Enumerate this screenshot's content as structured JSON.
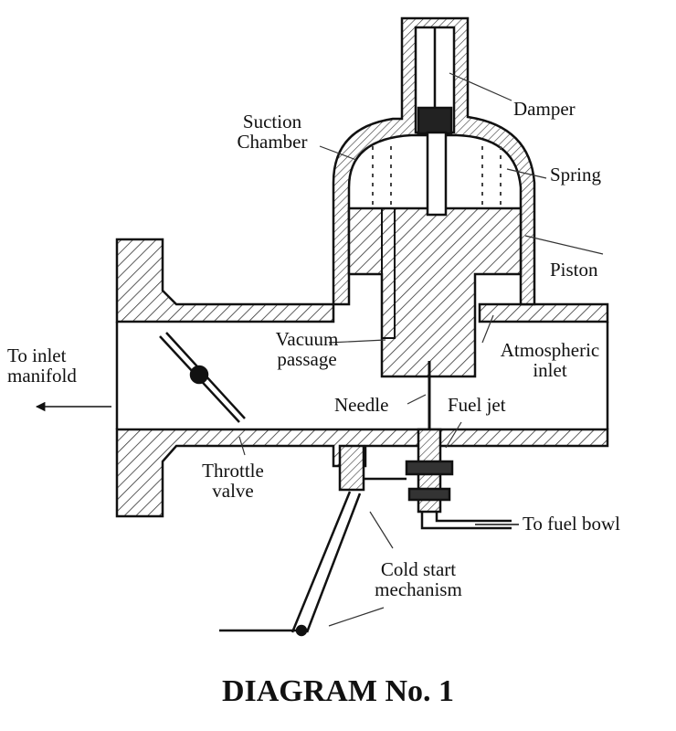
{
  "labels": {
    "damper": "Damper",
    "suction_chamber_line1": "Suction",
    "suction_chamber_line2": "Chamber",
    "spring": "Spring",
    "piston": "Piston",
    "to_inlet_manifold_line1": "To inlet",
    "to_inlet_manifold_line2": "manifold",
    "vacuum_passage_line1": "Vacuum",
    "vacuum_passage_line2": "passage",
    "atmospheric_inlet_line1": "Atmospheric",
    "atmospheric_inlet_line2": "inlet",
    "needle": "Needle",
    "fuel_jet": "Fuel jet",
    "throttle_valve_line1": "Throttle",
    "throttle_valve_line2": "valve",
    "to_fuel_bowl": "To fuel bowl",
    "cold_start_line1": "Cold start",
    "cold_start_line2": "mechanism"
  },
  "caption": "DIAGRAM No. 1"
}
